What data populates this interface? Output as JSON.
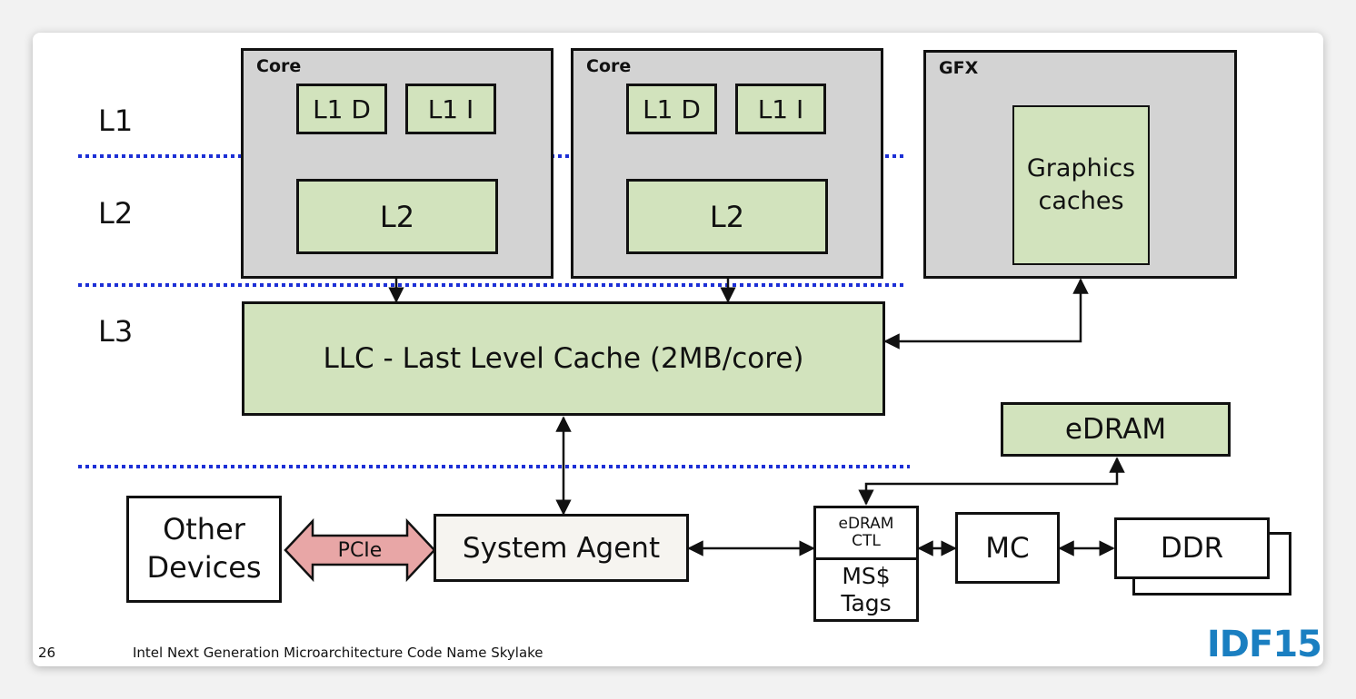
{
  "levels": {
    "l1": "L1",
    "l2": "L2",
    "l3": "L3"
  },
  "core1": {
    "title": "Core",
    "l1d": "L1 D",
    "l1i": "L1 I",
    "l2": "L2"
  },
  "core2": {
    "title": "Core",
    "l1d": "L1 D",
    "l1i": "L1 I",
    "l2": "L2"
  },
  "gfx": {
    "title": "GFX",
    "caches_line1": "Graphics",
    "caches_line2": "caches"
  },
  "llc": {
    "label": "LLC - Last Level Cache (2MB/core)"
  },
  "edram": {
    "label": "eDRAM"
  },
  "system_agent": {
    "label": "System Agent"
  },
  "other_devices": {
    "line1": "Other",
    "line2": "Devices"
  },
  "pcie": {
    "label": "PCIe"
  },
  "edram_ctl": {
    "line1": "eDRAM",
    "line2": "CTL",
    "line3": "MS$",
    "line4": "Tags"
  },
  "mc": {
    "label": "MC"
  },
  "ddr": {
    "label": "DDR"
  },
  "footer": {
    "page_number": "26",
    "caption": "Intel Next Generation Microarchitecture Code Name Skylake"
  },
  "logo": {
    "text": "IDF15"
  },
  "colors": {
    "box_gray": "#d3d3d3",
    "box_green": "#d2e3bd",
    "pcie_pink": "#e8a6a6",
    "dotted_blue": "#1c2fd6"
  }
}
